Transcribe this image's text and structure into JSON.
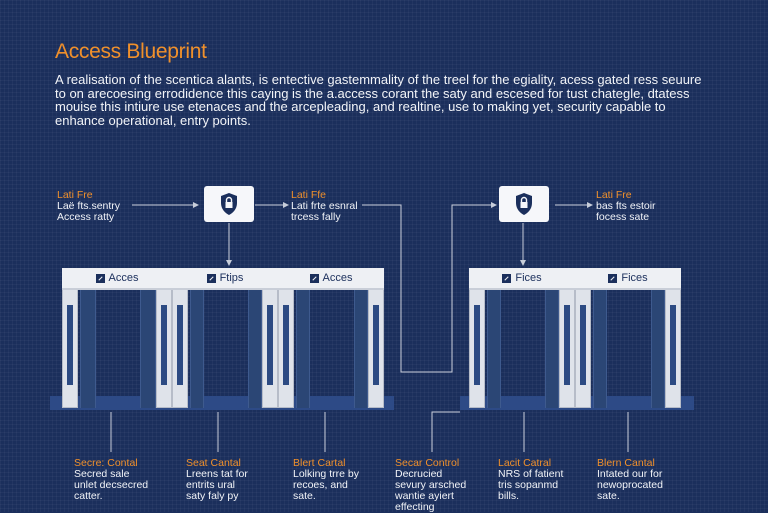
{
  "title": "Access Blueprint",
  "intro": "A realisation of the scentica alants, is entective gastemmality of the treel for the egiality, acess gated ress seuure to on arecoesing errodidence this caying is the a.access corant the saty and escesed for tust chategle, dtatess mouise this intiure use etenaces and the arcepleading, and realtine, use to making yet, security capable to enhance operational, entry points.",
  "top_notes": [
    {
      "heading": "Lati Fre",
      "body": [
        "Laë fts.sentry",
        "Access ratty"
      ]
    },
    {
      "heading": "Lati Ffe",
      "body": [
        "Lati frte esnral",
        "trcess fally"
      ]
    },
    {
      "heading": "Lati Fre",
      "body": [
        "bas fts estoir",
        "focess sate"
      ]
    }
  ],
  "shield_icons": [
    "lock-shield-icon",
    "lock-shield-icon"
  ],
  "gates": [
    {
      "label": "Acces"
    },
    {
      "label": "Ftips"
    },
    {
      "label": "Acces"
    },
    {
      "label": "Fices"
    },
    {
      "label": "Fices"
    }
  ],
  "bottom_notes": [
    {
      "heading": "Secre: Contal",
      "body": [
        "Secred sale",
        "unlet decsecred",
        "catter."
      ]
    },
    {
      "heading": "Seat Cantal",
      "body": [
        "Lreens tat for",
        "entrits ural",
        "saty faly py"
      ]
    },
    {
      "heading": "Blert Cartal",
      "body": [
        "Lolking trre by",
        "recoes, and",
        "sate."
      ]
    },
    {
      "heading": "Secar Control",
      "body": [
        "Decrucied",
        "sevury arsched",
        "wantie ayiert",
        "effecting"
      ]
    },
    {
      "heading": "Lacit Catral",
      "body": [
        "NRS of fatient",
        "tris sopanmd",
        "bills."
      ]
    },
    {
      "heading": "Blern Cantal",
      "body": [
        "Intated our for",
        "newoprocated",
        "sate."
      ]
    }
  ],
  "colors": {
    "background": "#1b2f5c",
    "accent": "#f0902b",
    "text": "#f2f4f8",
    "gate": "#eef0f4",
    "line": "#c8ceda"
  }
}
